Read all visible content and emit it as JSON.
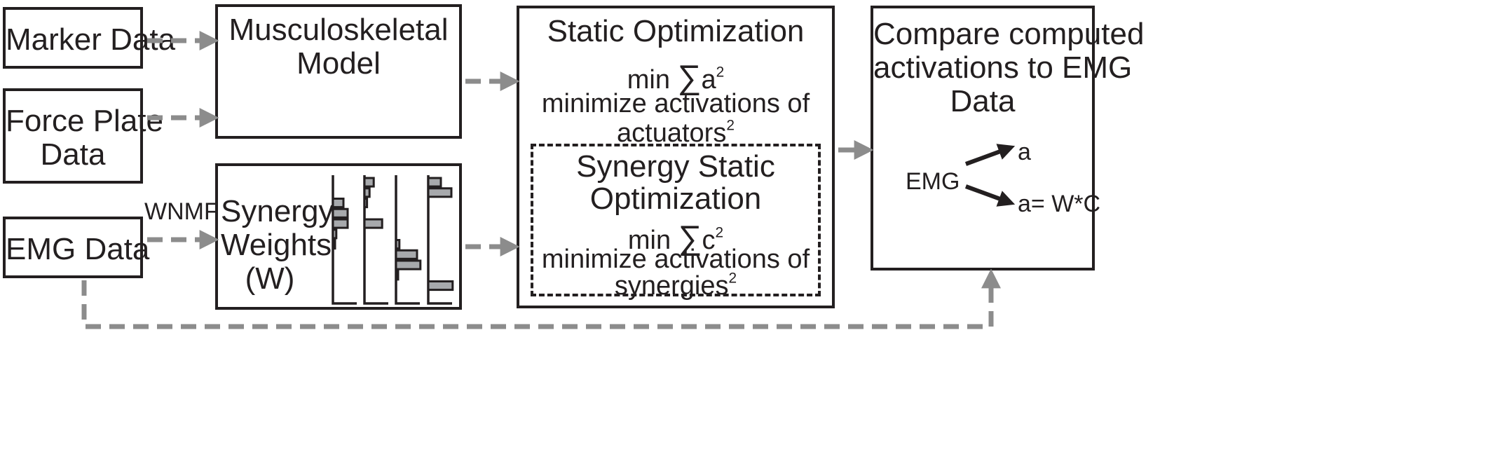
{
  "inputs": {
    "marker": "Marker Data",
    "force_line1": "Force Plate",
    "force_line2": "Data",
    "emg": "EMG Data"
  },
  "wnmf_label": "WNMF",
  "musculoskeletal": {
    "line1": "Musculoskeletal",
    "line2": "Model"
  },
  "synergy_weights": {
    "line1": "Synergy",
    "line2": "Weights",
    "line3": "(W)",
    "bars": [
      [
        0,
        0,
        0.25,
        0.35,
        0.35,
        0.08,
        0.04,
        0,
        0,
        0,
        0,
        0
      ],
      [
        0.22,
        0.12,
        0.06,
        0,
        0.42,
        0,
        0,
        0,
        0,
        0,
        0,
        0
      ],
      [
        0,
        0,
        0,
        0,
        0,
        0,
        0.08,
        0.5,
        0.58,
        0.04,
        0,
        0
      ],
      [
        0.3,
        0.55,
        0,
        0,
        0,
        0,
        0,
        0,
        0,
        0,
        0.58,
        0
      ]
    ]
  },
  "static_opt": {
    "title": "Static Optimization",
    "formula_min": "min",
    "formula_sigma": "∑",
    "formula_var": "a",
    "formula_exp": "2",
    "desc_line1": "minimize activations of",
    "desc_line2": "actuators",
    "desc_exp": "2"
  },
  "synergy_opt": {
    "title_line1": "Synergy Static",
    "title_line2": "Optimization",
    "formula_min": "min",
    "formula_sigma": "∑",
    "formula_var": "c",
    "formula_exp": "2",
    "desc_line1": "minimize activations of",
    "desc_line2": "synergies",
    "desc_exp": "2"
  },
  "compare": {
    "line1": "Compare computed",
    "line2": "activations to EMG",
    "line3": "Data",
    "emg": "EMG",
    "out1": "a",
    "out2": "a= W*C"
  },
  "colors": {
    "box_border": "#231f20",
    "arrow_gray": "#8c8c8c",
    "bar_fill": "#a7a9ac"
  }
}
